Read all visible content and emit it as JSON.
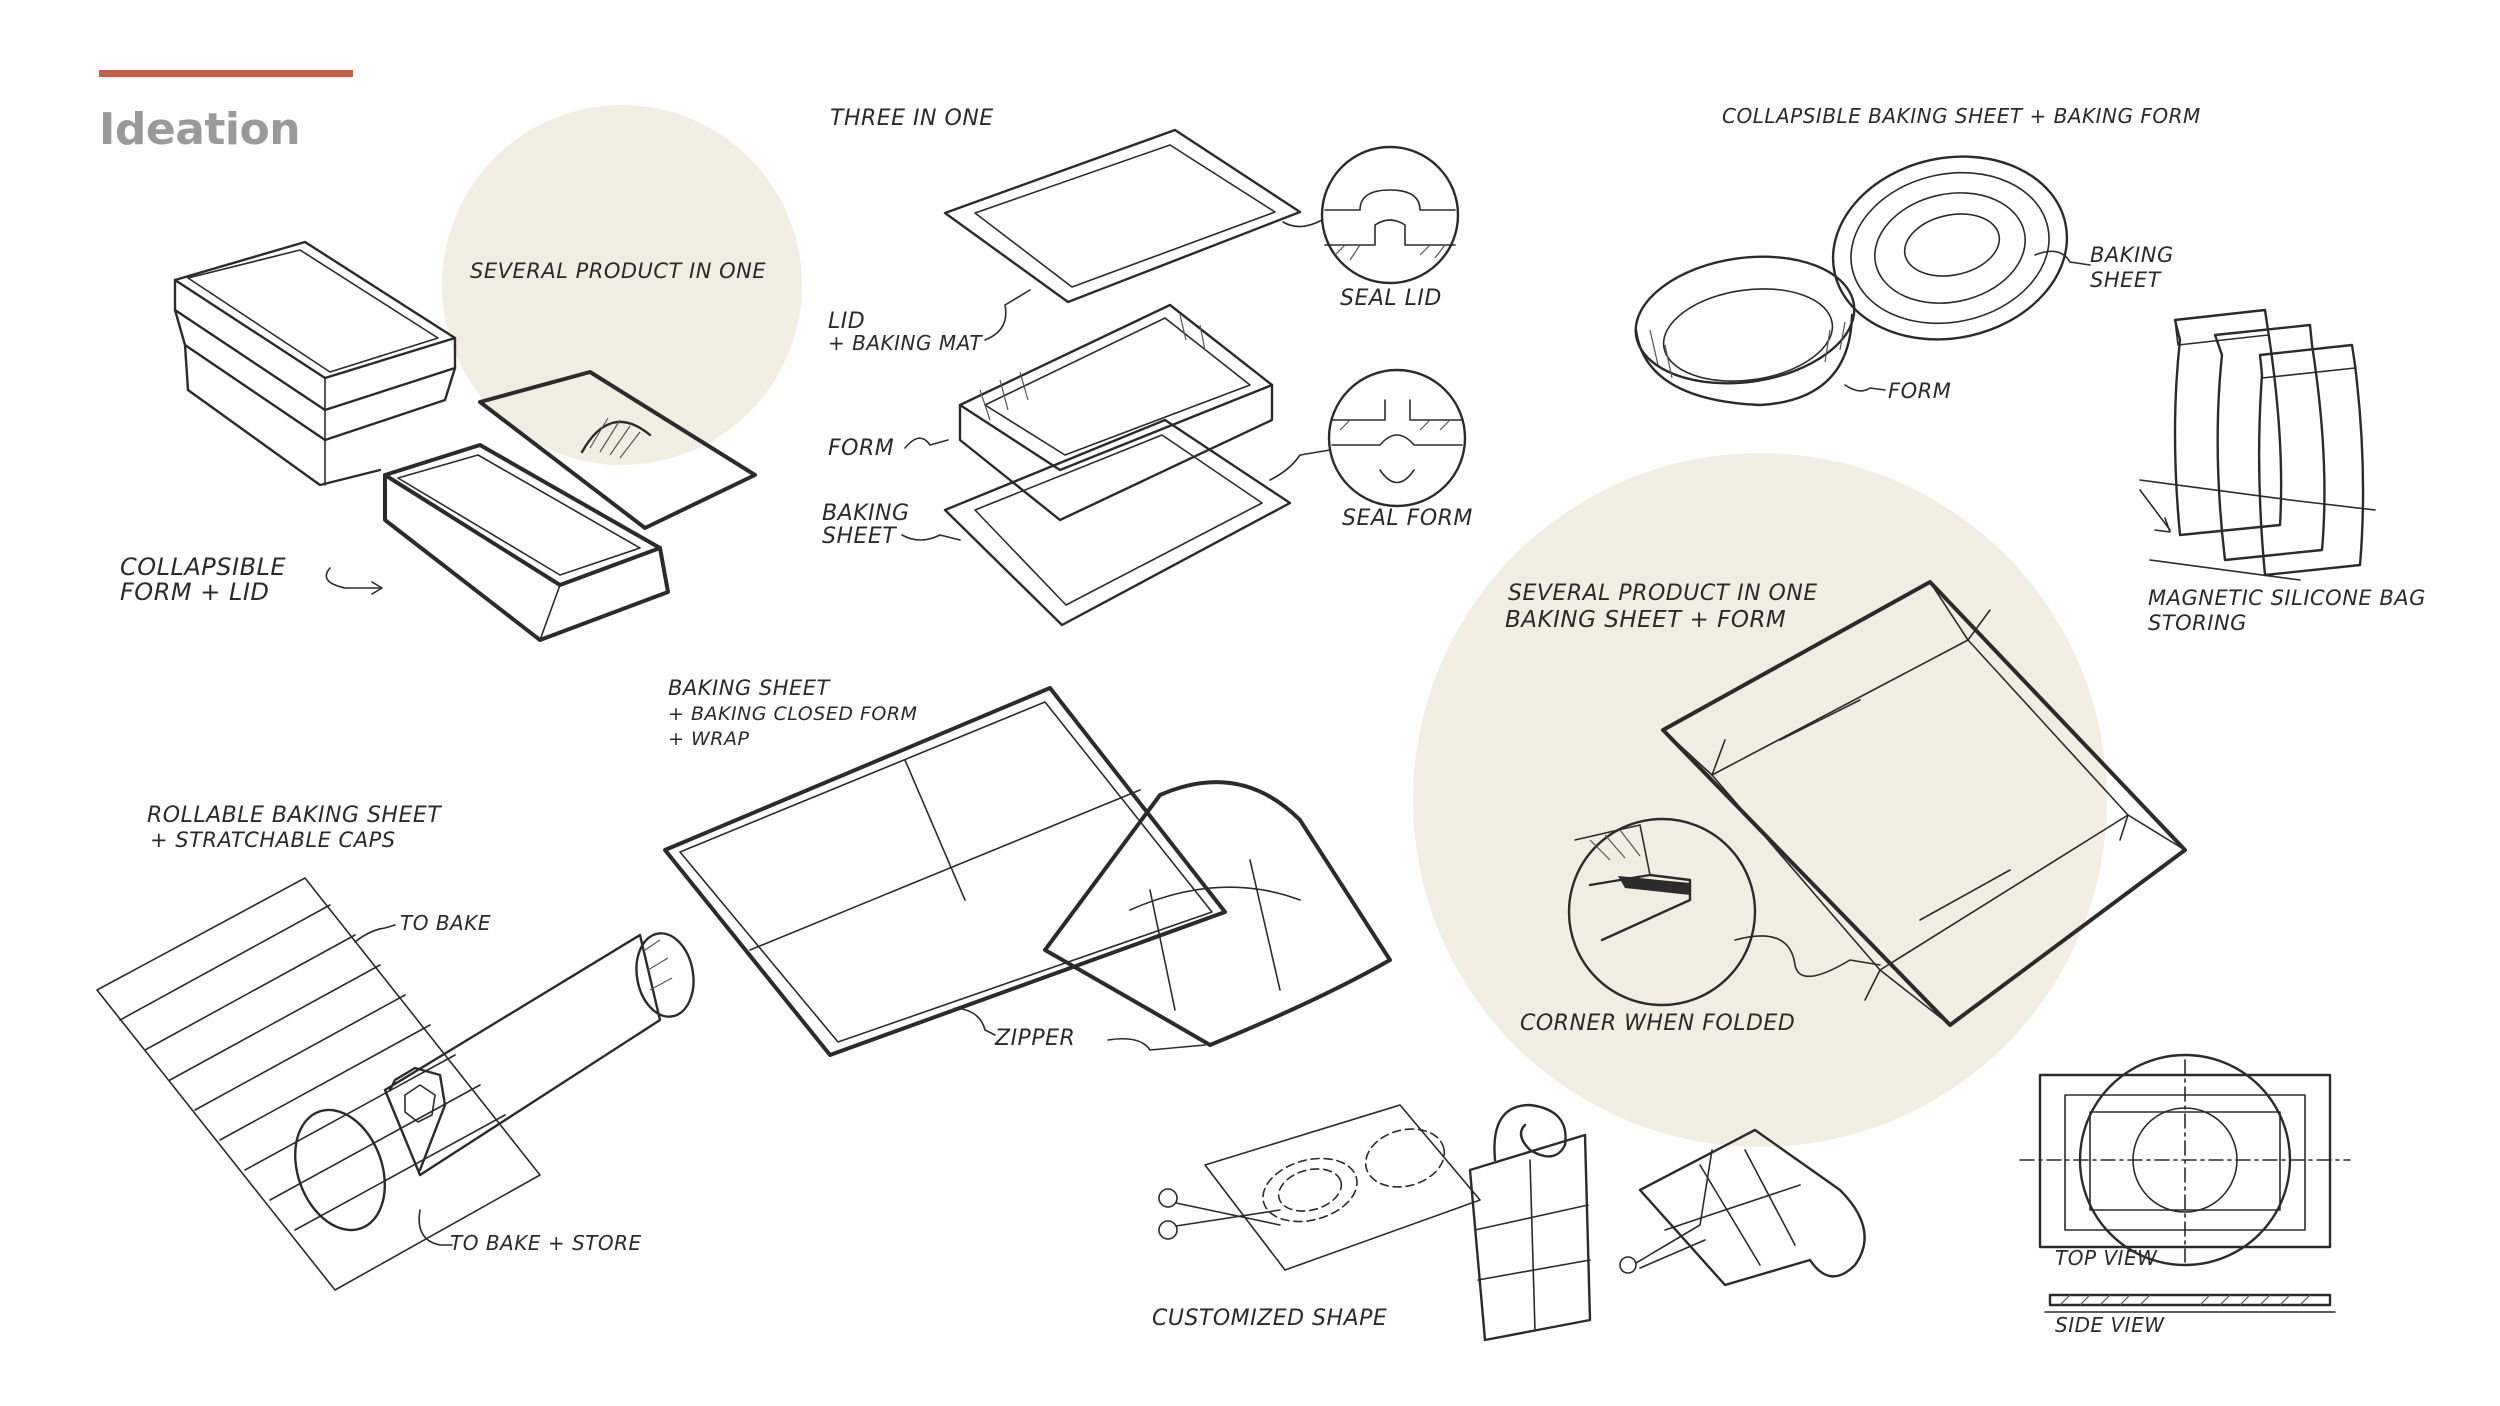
{
  "page": {
    "title": "Ideation",
    "accent_color": "#c0614c",
    "background_blob_color": "#f1ede2"
  },
  "labels": {
    "several_product_in_one": "SEVERAL PRODUCT IN ONE",
    "collapsible_form_lid_1": "COLLAPSIBLE",
    "collapsible_form_lid_2": "FORM + LID",
    "three_in_one": "THREE IN ONE",
    "lid_baking_mat_1": "LID",
    "lid_baking_mat_2": "+ BAKING MAT",
    "form": "FORM",
    "baking_sheet_1": "BAKING",
    "baking_sheet_2": "SHEET",
    "seal_lid": "SEAL LID",
    "seal_form": "SEAL FORM",
    "collapsible_sheet_form": "COLLAPSIBLE BAKING SHEET + BAKING FORM",
    "baking_sheet_r1": "BAKING",
    "baking_sheet_r2": "SHEET",
    "form_r": "FORM",
    "magnetic_bag_1": "MAGNETIC SILICONE BAG",
    "magnetic_bag_2": "STORING",
    "several_sheet_form_1": "SEVERAL PRODUCT IN ONE",
    "several_sheet_form_2": "BAKING SHEET + FORM",
    "corner_when_folded": "CORNER WHEN FOLDED",
    "baking_closed_form_1": "BAKING SHEET",
    "baking_closed_form_2": "+ BAKING CLOSED FORM",
    "baking_closed_form_3": "+ WRAP",
    "zipper": "ZIPPER",
    "rollable_1": "ROLLABLE BAKING SHEET",
    "rollable_2": "+ STRATCHABLE CAPS",
    "to_bake": "TO BAKE",
    "to_bake_store": "TO BAKE + STORE",
    "customized_shape": "CUSTOMIZED SHAPE",
    "top_view": "TOP VIEW",
    "side_view": "SIDE VIEW"
  }
}
